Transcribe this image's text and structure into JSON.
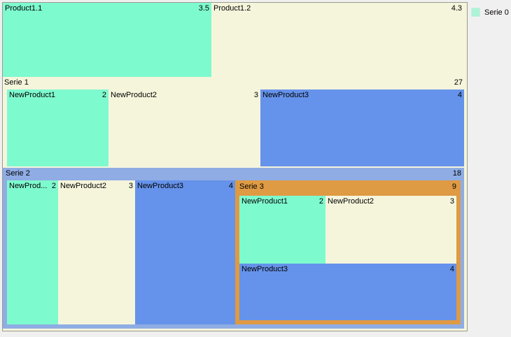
{
  "colors": {
    "page_bg": "#f0f0f0",
    "plot_bg": "#f5f5dc",
    "plot_border": "#9b9b8c",
    "mint": "#7efacf",
    "beige": "#f5f5dc",
    "blue": "#6592ea",
    "serie2_group_bg": "#8fade4",
    "serie3_group_bg": "#df9a44",
    "legend_swatch": "#aef3d8",
    "text": "#000000"
  },
  "legend": {
    "items": [
      {
        "label": "Serie 0"
      }
    ]
  },
  "treemap": {
    "product11": {
      "label": "Product1.1",
      "value": "3.5"
    },
    "product12": {
      "label": "Product1.2",
      "value": "4.3"
    },
    "serie1": {
      "label": "Serie 1",
      "value": "27",
      "items": [
        {
          "label": "NewProduct1",
          "value": "2"
        },
        {
          "label": "NewProduct2",
          "value": "3"
        },
        {
          "label": "NewProduct3",
          "value": "4"
        }
      ]
    },
    "serie2": {
      "label": "Serie 2",
      "value": "18",
      "items": [
        {
          "label": "NewProd...",
          "value": "2"
        },
        {
          "label": "NewProduct2",
          "value": "3"
        },
        {
          "label": "NewProduct3",
          "value": "4"
        }
      ],
      "serie3": {
        "label": "Serie 3",
        "value": "9",
        "items": [
          {
            "label": "NewProduct1",
            "value": "2"
          },
          {
            "label": "NewProduct2",
            "value": "3"
          },
          {
            "label": "NewProduct3",
            "value": "4"
          }
        ]
      }
    }
  },
  "chart_data": {
    "type": "treemap",
    "title": "",
    "legend_entries": [
      "Serie 0"
    ],
    "legend_position": "top-right",
    "nodes": [
      {
        "label": "Product1.1",
        "value": 3.5,
        "color": "#7efacf"
      },
      {
        "label": "Product1.2",
        "value": 4.3,
        "color": "#f5f5dc"
      },
      {
        "label": "Serie 1",
        "value": 27,
        "children": [
          {
            "label": "NewProduct1",
            "value": 2,
            "color": "#7efacf"
          },
          {
            "label": "NewProduct2",
            "value": 3,
            "color": "#f5f5dc"
          },
          {
            "label": "NewProduct3",
            "value": 4,
            "color": "#6592ea"
          }
        ]
      },
      {
        "label": "Serie 2",
        "value": 18,
        "color": "#8fade4",
        "children": [
          {
            "label": "NewProd...",
            "value": 2,
            "color": "#7efacf"
          },
          {
            "label": "NewProduct2",
            "value": 3,
            "color": "#f5f5dc"
          },
          {
            "label": "NewProduct3",
            "value": 4,
            "color": "#6592ea"
          },
          {
            "label": "Serie 3",
            "value": 9,
            "color": "#df9a44",
            "children": [
              {
                "label": "NewProduct1",
                "value": 2,
                "color": "#7efacf"
              },
              {
                "label": "NewProduct2",
                "value": 3,
                "color": "#f5f5dc"
              },
              {
                "label": "NewProduct3",
                "value": 4,
                "color": "#6592ea"
              }
            ]
          }
        ]
      }
    ]
  }
}
